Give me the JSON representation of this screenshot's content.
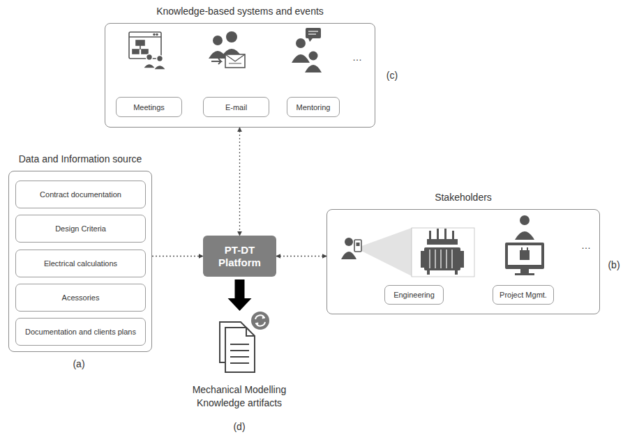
{
  "diagram": {
    "nodes": [
      {
        "text": [
          "Knowledge-based systems and events"
        ]
      },
      {
        "text": [
          "Meetings"
        ],
        "in": 0
      },
      {
        "text": [
          "E-mail"
        ],
        "in": 0
      },
      {
        "text": [
          "Mentoring"
        ],
        "in": 0
      },
      {
        "text": [
          "Data and Information source"
        ]
      },
      {
        "text": [
          "Contract documentation"
        ],
        "in": 4
      },
      {
        "text": [
          "Design Criteria"
        ],
        "in": 4
      },
      {
        "text": [
          "Electrical calculations"
        ],
        "in": 4
      },
      {
        "text": [
          "Acessories"
        ],
        "in": 4
      },
      {
        "text": [
          "Documentation and clients plans"
        ],
        "in": 4
      },
      {
        "text": [
          "PT-DT Platform"
        ]
      },
      {
        "text": [
          "Stakeholders"
        ]
      },
      {
        "text": [
          "Engineering"
        ],
        "in": 11
      },
      {
        "text": [
          "Project Mgmt."
        ],
        "in": 11
      },
      {
        "text": [
          "Mechanical Modelling Knowledge artifacts"
        ]
      }
    ],
    "edges": [
      {
        "from": 0,
        "to": 10,
        "arrow": "both"
      },
      {
        "from": 4,
        "to": 10,
        "arrow": "to"
      },
      {
        "from": 10,
        "to": 11,
        "arrow": "both"
      },
      {
        "from": 10,
        "to": 14,
        "arrow": "to"
      }
    ],
    "labels": [
      "…",
      "(c)",
      "…",
      "(b)",
      "(a)",
      "(d)"
    ]
  }
}
